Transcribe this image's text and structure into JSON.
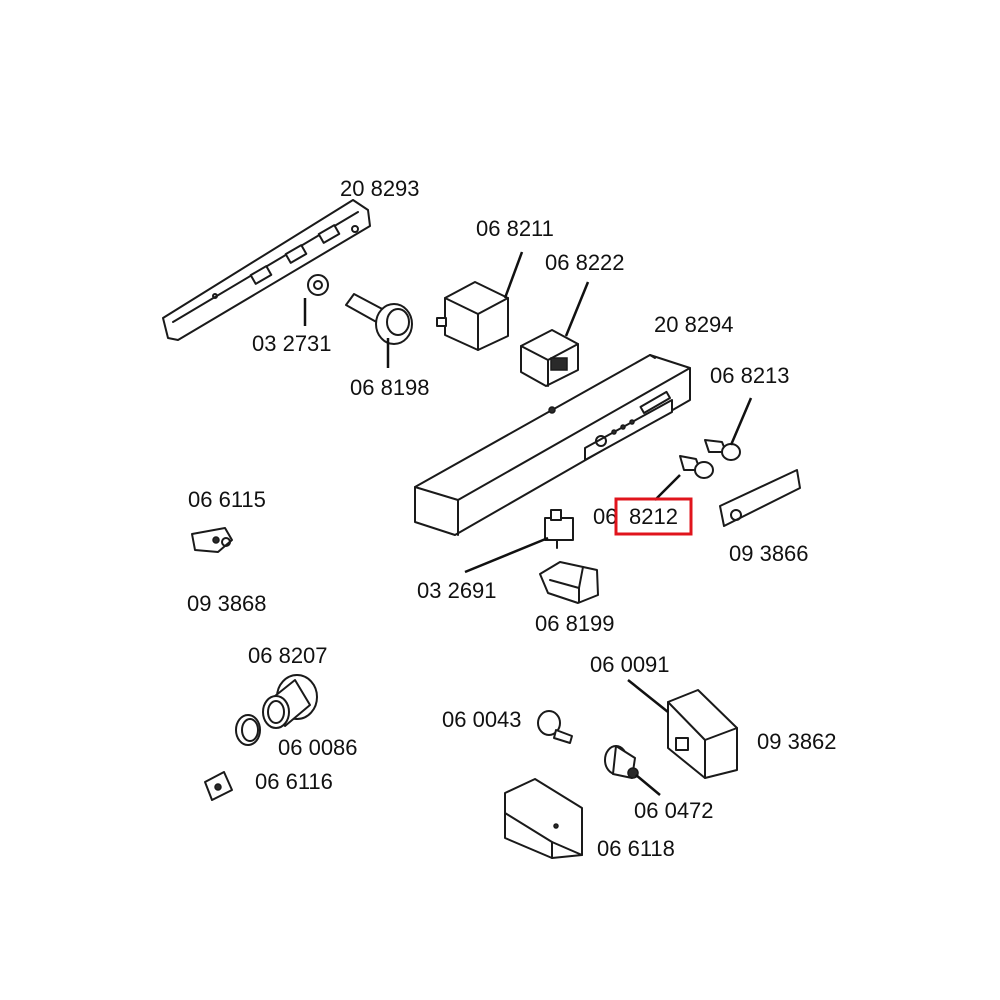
{
  "highlight_color": "#e0141c",
  "labels": {
    "p208293": "20 8293",
    "p068211": "06 8211",
    "p068222": "06 8222",
    "p208294": "20 8294",
    "p068213": "06 8213",
    "p032731": "03 2731",
    "p068198": "06 8198",
    "p066115": "06 6115",
    "p068212_prefix": "06",
    "p068212_highlight": "8212",
    "p093866": "09 3866",
    "p093868": "09 3868",
    "p032691": "03 2691",
    "p068199": "06 8199",
    "p068207": "06 8207",
    "p060091": "06 0091",
    "p060043": "06 0043",
    "p093862": "09 3862",
    "p060086": "06 0086",
    "p066116": "06 6116",
    "p060472": "06 0472",
    "p066118": "06 6118"
  }
}
